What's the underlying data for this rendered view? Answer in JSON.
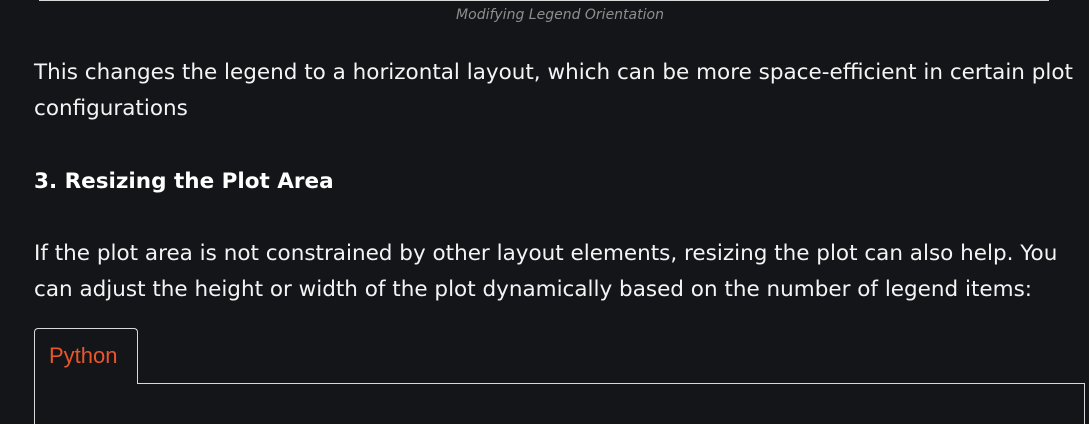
{
  "figure": {
    "caption": "Modifying Legend Orientation"
  },
  "content": {
    "paragraph_1": "This changes the legend to a horizontal layout, which can be more space-efficient in certain plot configurations",
    "section_heading": "3. Resizing the Plot Area",
    "paragraph_2": "If the plot area is not constrained by other layout elements, resizing the plot can also help. You can adjust the height or width of the plot dynamically based on the number of legend items:"
  },
  "code_block": {
    "tab_label": "Python"
  },
  "colors": {
    "background": "#141519",
    "text": "#f4f4f4",
    "caption": "#8e8e8e",
    "accent": "#e8562a",
    "border": "#d8d8d8"
  }
}
